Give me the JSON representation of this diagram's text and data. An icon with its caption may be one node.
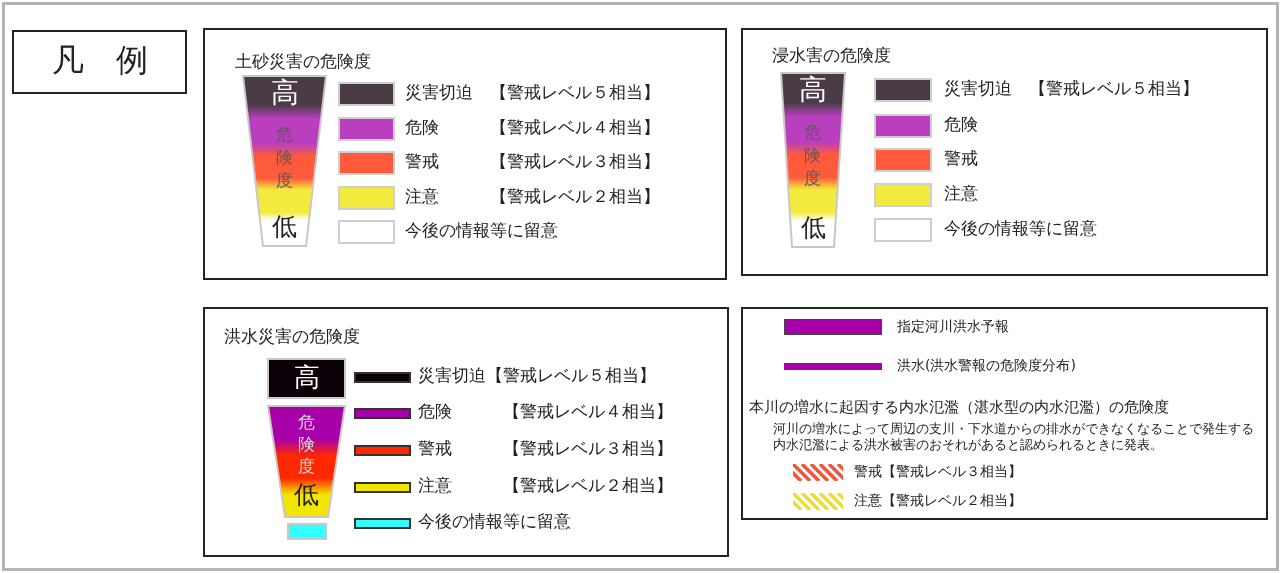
{
  "diagram": {
    "nodes": [
      {
        "text": [
          "凡　例"
        ]
      },
      {
        "text": [
          "土砂災害の危険度"
        ]
      },
      {
        "text": [
          "高",
          "危険度",
          "低"
        ],
        "in": 1
      },
      {
        "text": [
          "浸水害の危険度"
        ]
      },
      {
        "text": [
          "高",
          "危険度",
          "低"
        ],
        "in": 3
      },
      {
        "text": [
          "洪水災害の危険度"
        ]
      },
      {
        "text": [
          "高"
        ],
        "in": 5
      },
      {
        "text": [
          "危険度",
          "低"
        ],
        "in": 5
      },
      {
        "text": [],
        "shape": "box",
        "in": 5
      },
      {
        "text": [
          "本川の増水に起因する内水氾濫（湛水型の内水氾濫）の危険度",
          "河川の増水によって周辺の支川・下水道からの排水ができなくなることで発生する内水氾濫による洪水被害のおそれがあると認められるときに発表。"
        ]
      }
    ],
    "legend": [
      {
        "text": "災害切迫　【警戒レベル５相当】",
        "color": "#4a3b46"
      },
      {
        "text": "危険　　　【警戒レベル４相当】",
        "color": "#b93fbf"
      },
      {
        "text": "警戒　　　【警戒レベル３相当】",
        "color": "#ff5a3c"
      },
      {
        "text": "注意　　　【警戒レベル２相当】",
        "color": "#f2ea3c"
      },
      {
        "text": "今後の情報等に留意",
        "color": "#ffffff"
      },
      {
        "text": "災害切迫　【警戒レベル５相当】",
        "color": "#4a3b46"
      },
      {
        "text": "危険",
        "color": "#b93fbf"
      },
      {
        "text": "警戒",
        "color": "#ff5a3c"
      },
      {
        "text": "注意",
        "color": "#f2ea3c"
      },
      {
        "text": "今後の情報等に留意",
        "color": "#ffffff"
      },
      {
        "text": "災害切迫【警戒レベル５相当】",
        "color": "#0c0008"
      },
      {
        "text": "危険　　　【警戒レベル４相当】",
        "color": "#a800a8"
      },
      {
        "text": "警戒　　　【警戒レベル３相当】",
        "color": "#ff2800"
      },
      {
        "text": "注意　　　【警戒レベル２相当】",
        "color": "#f2e600"
      },
      {
        "text": "今後の情報等に留意",
        "color": "#33ffff"
      },
      {
        "text": "指定河川洪水予報",
        "color": "#a800a8"
      },
      {
        "text": "洪水(洪水警報の危険度分布)",
        "color": "#a800a8"
      },
      {
        "text": "警戒【警戒レベル３相当】"
      },
      {
        "text": "注意【警戒レベル２相当】"
      }
    ]
  }
}
